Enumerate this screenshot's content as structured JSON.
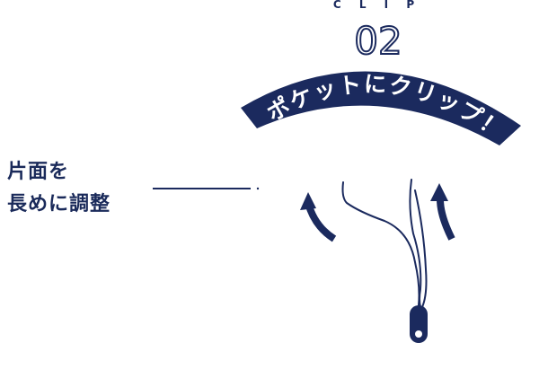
{
  "header": {
    "kicker": "C L I P",
    "number": "02"
  },
  "banner": {
    "text": "ポケットにクリップ！",
    "color": "#1b2a5e",
    "text_color": "#ffffff"
  },
  "side_label": {
    "line1": "片面を",
    "line2": "長めに調整"
  },
  "colors": {
    "navy": "#1b2a5e",
    "bg": "#ffffff"
  },
  "icons": [
    "clip-arc-left-arrow-icon",
    "clip-arc-right-arrow-icon",
    "clip-device-icon"
  ]
}
